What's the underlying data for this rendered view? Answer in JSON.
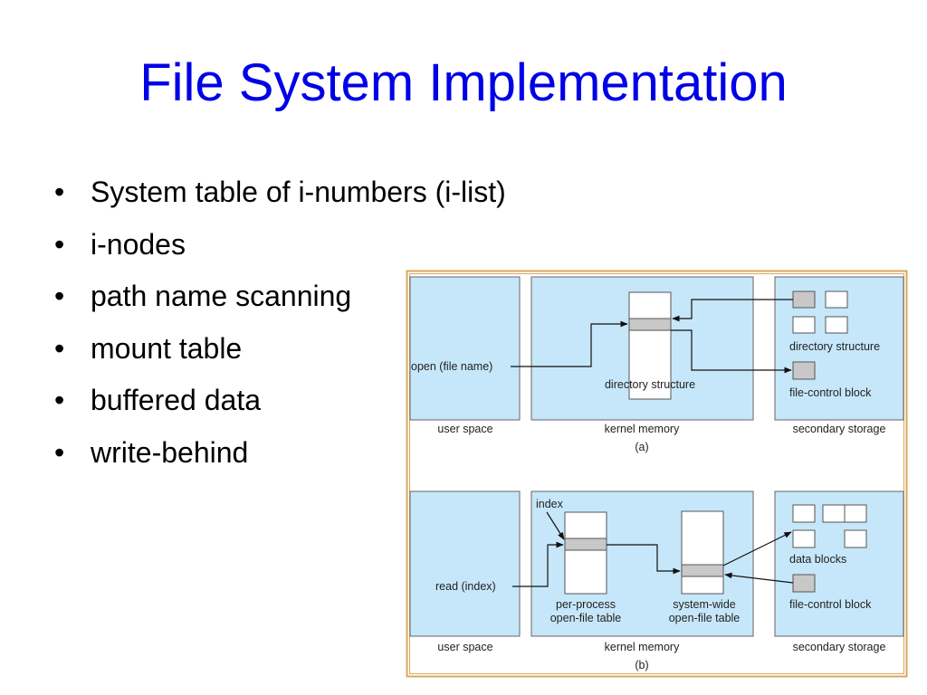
{
  "slide": {
    "title": "File System Implementation",
    "bullets": [
      "System table of i-numbers (i-list)",
      "i-nodes",
      "path name scanning",
      "mount table",
      "buffered data",
      "write-behind"
    ],
    "bullet_glyph": "•"
  },
  "figure": {
    "a": {
      "open_call": "open (file name)",
      "directory_structure": "directory structure",
      "directory_structure_disk": "directory structure",
      "file_control_block": "file-control block",
      "user_space": "user space",
      "kernel_memory": "kernel memory",
      "secondary_storage": "secondary storage",
      "caption": "(a)"
    },
    "b": {
      "index": "index",
      "read_call": "read (index)",
      "per_process_1": "per-process",
      "per_process_2": "open-file table",
      "system_wide_1": "system-wide",
      "system_wide_2": "open-file table",
      "data_blocks": "data blocks",
      "file_control_block": "file-control block",
      "user_space": "user space",
      "kernel_memory": "kernel memory",
      "secondary_storage": "secondary storage",
      "caption": "(b)"
    },
    "colors": {
      "panel": "#c6e7f9",
      "frame": "#d9a85c",
      "highlight": "#c8c8c8"
    }
  }
}
